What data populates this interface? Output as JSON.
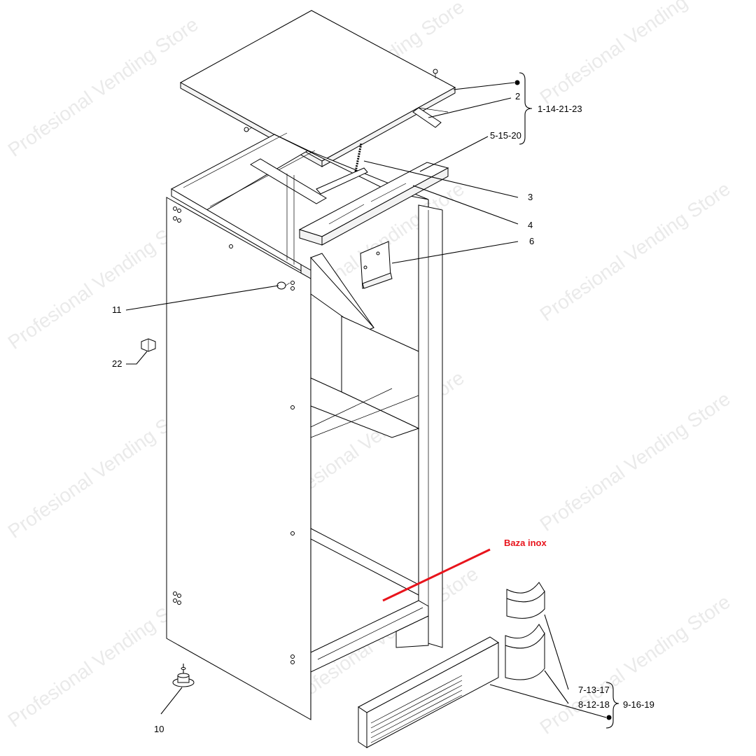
{
  "watermark": "Profesional Vending Store",
  "callouts": {
    "c2": "2",
    "c1_14_21_23": "1-14-21-23",
    "c5_15_20": "5-15-20",
    "c3": "3",
    "c4": "4",
    "c6": "6",
    "c11": "11",
    "c22": "22",
    "c10": "10",
    "c7_13_17": "7-13-17",
    "c8_12_18": "8-12-18",
    "c9_16_19": "9-16-19"
  },
  "annotation": {
    "label": "Baza inox",
    "color": "#e8141c"
  }
}
